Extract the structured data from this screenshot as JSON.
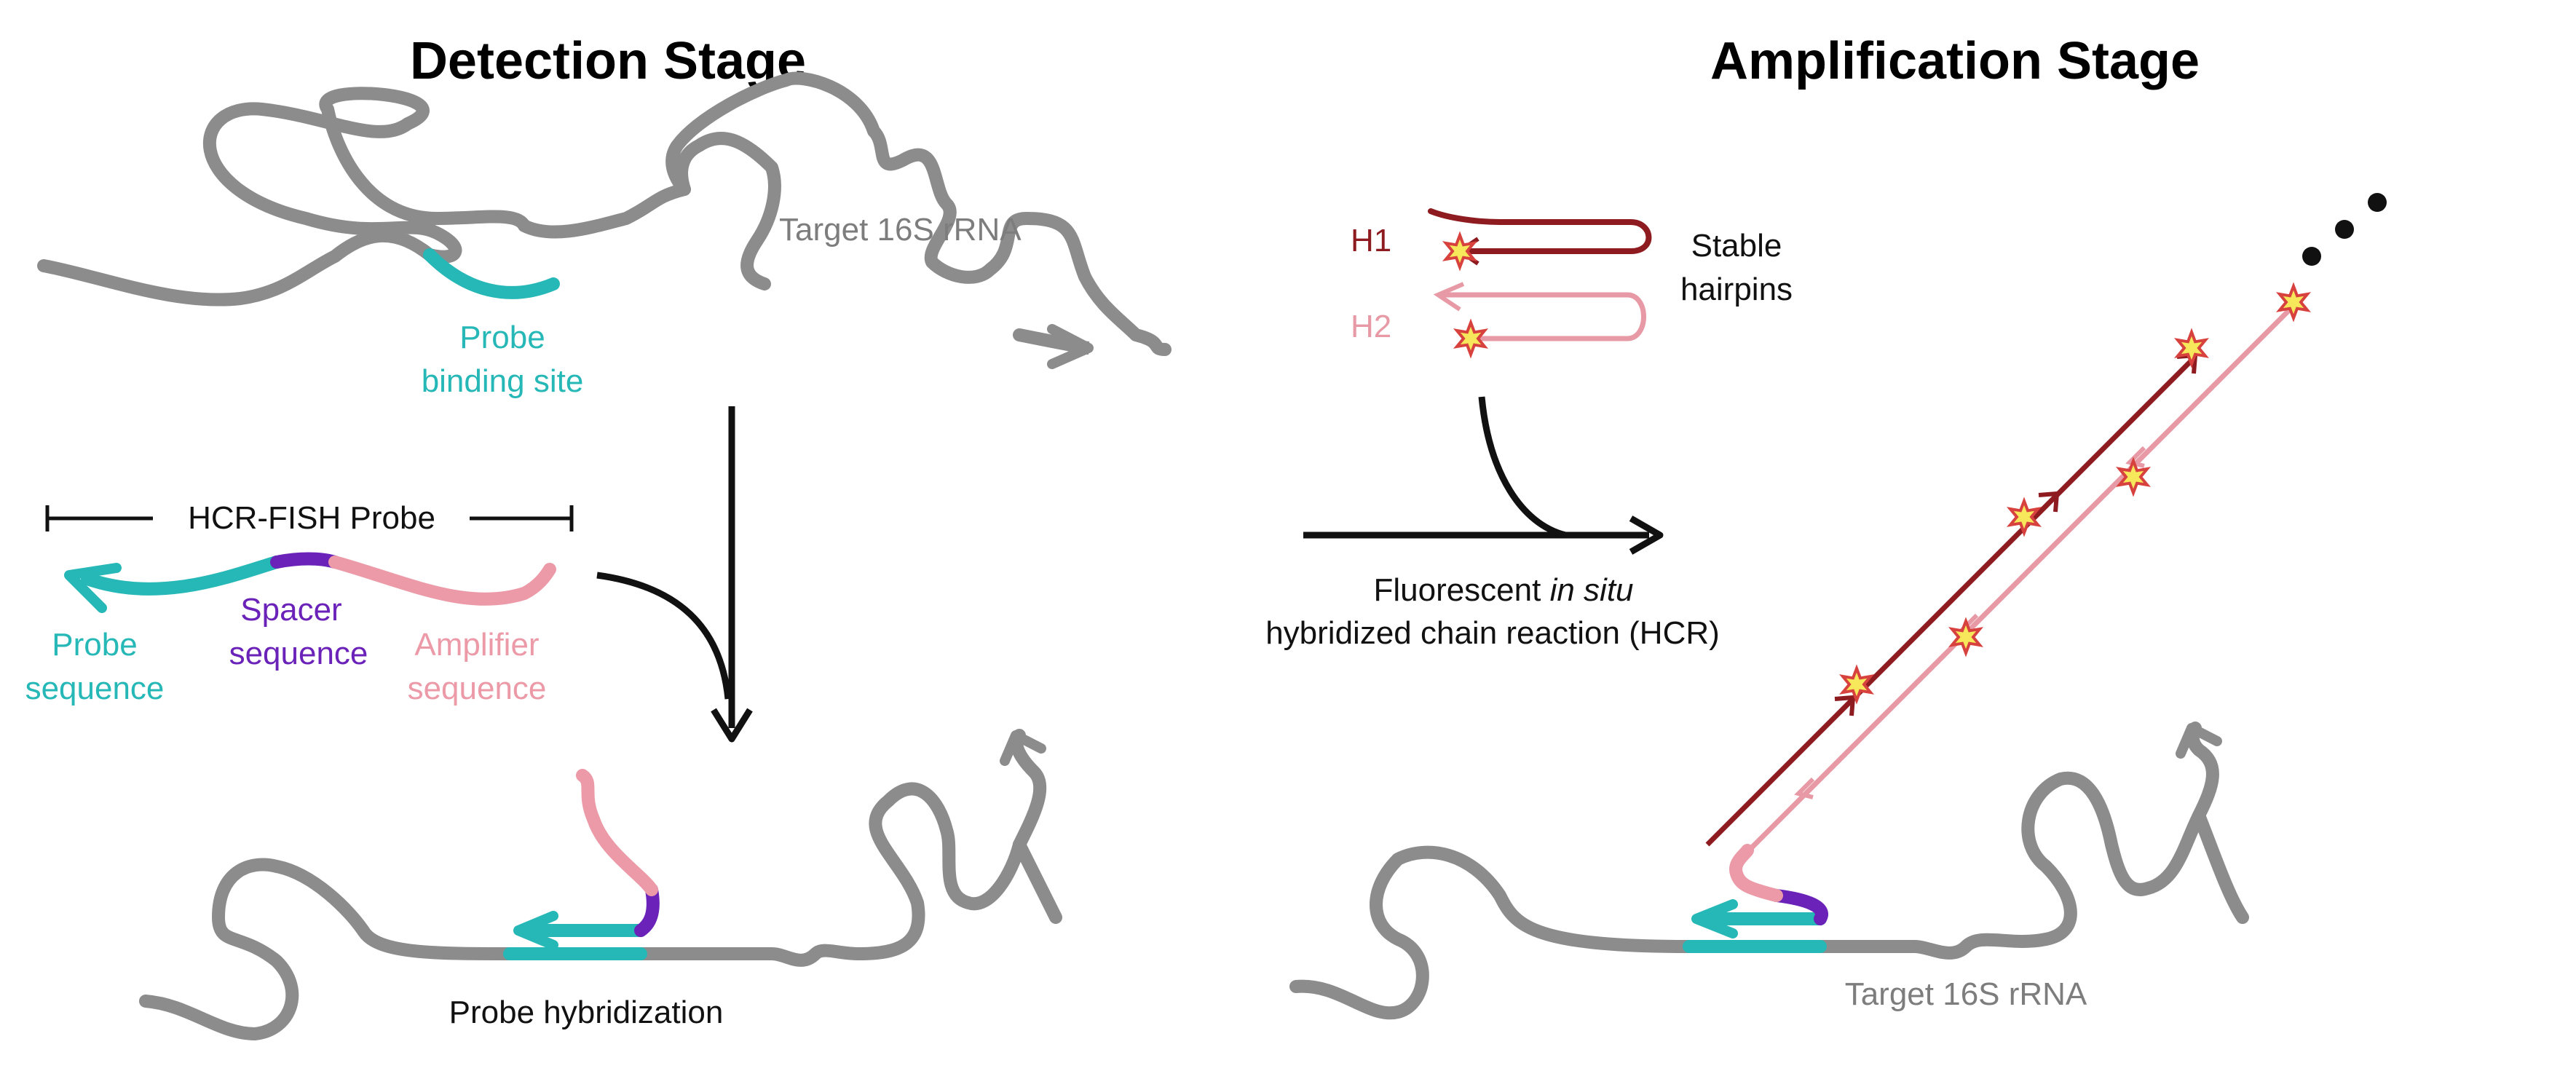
{
  "colors": {
    "rna": "#8c8c8c",
    "probe": "#26b7b7",
    "spacer": "#6a22b8",
    "amplifier": "#ec9aa8",
    "h1": "#8e1b1f",
    "h2": "#e79aa5",
    "arrow": "#111111",
    "star": "#f6e85a",
    "star_edge": "#d8423e"
  },
  "detection": {
    "title": "Detection Stage",
    "target_label": "Target 16S rRNA",
    "binding_site": [
      "Probe",
      "binding site"
    ],
    "probe_title": "HCR-FISH Probe",
    "probe_sequence": [
      "Probe",
      "sequence"
    ],
    "spacer_sequence": [
      "Spacer",
      "sequence"
    ],
    "amplifier_sequence": [
      "Amplifier",
      "sequence"
    ],
    "hybridization_label": "Probe hybridization"
  },
  "amplification": {
    "title": "Amplification Stage",
    "h1_label": "H1",
    "h2_label": "H2",
    "hairpins_label": [
      "Stable",
      "hairpins"
    ],
    "hcr_line1_prefix": "Fluorescent ",
    "hcr_line1_italic": "in situ",
    "hcr_line2": "hybridized chain reaction (HCR)",
    "target_label": "Target 16S rRNA"
  }
}
